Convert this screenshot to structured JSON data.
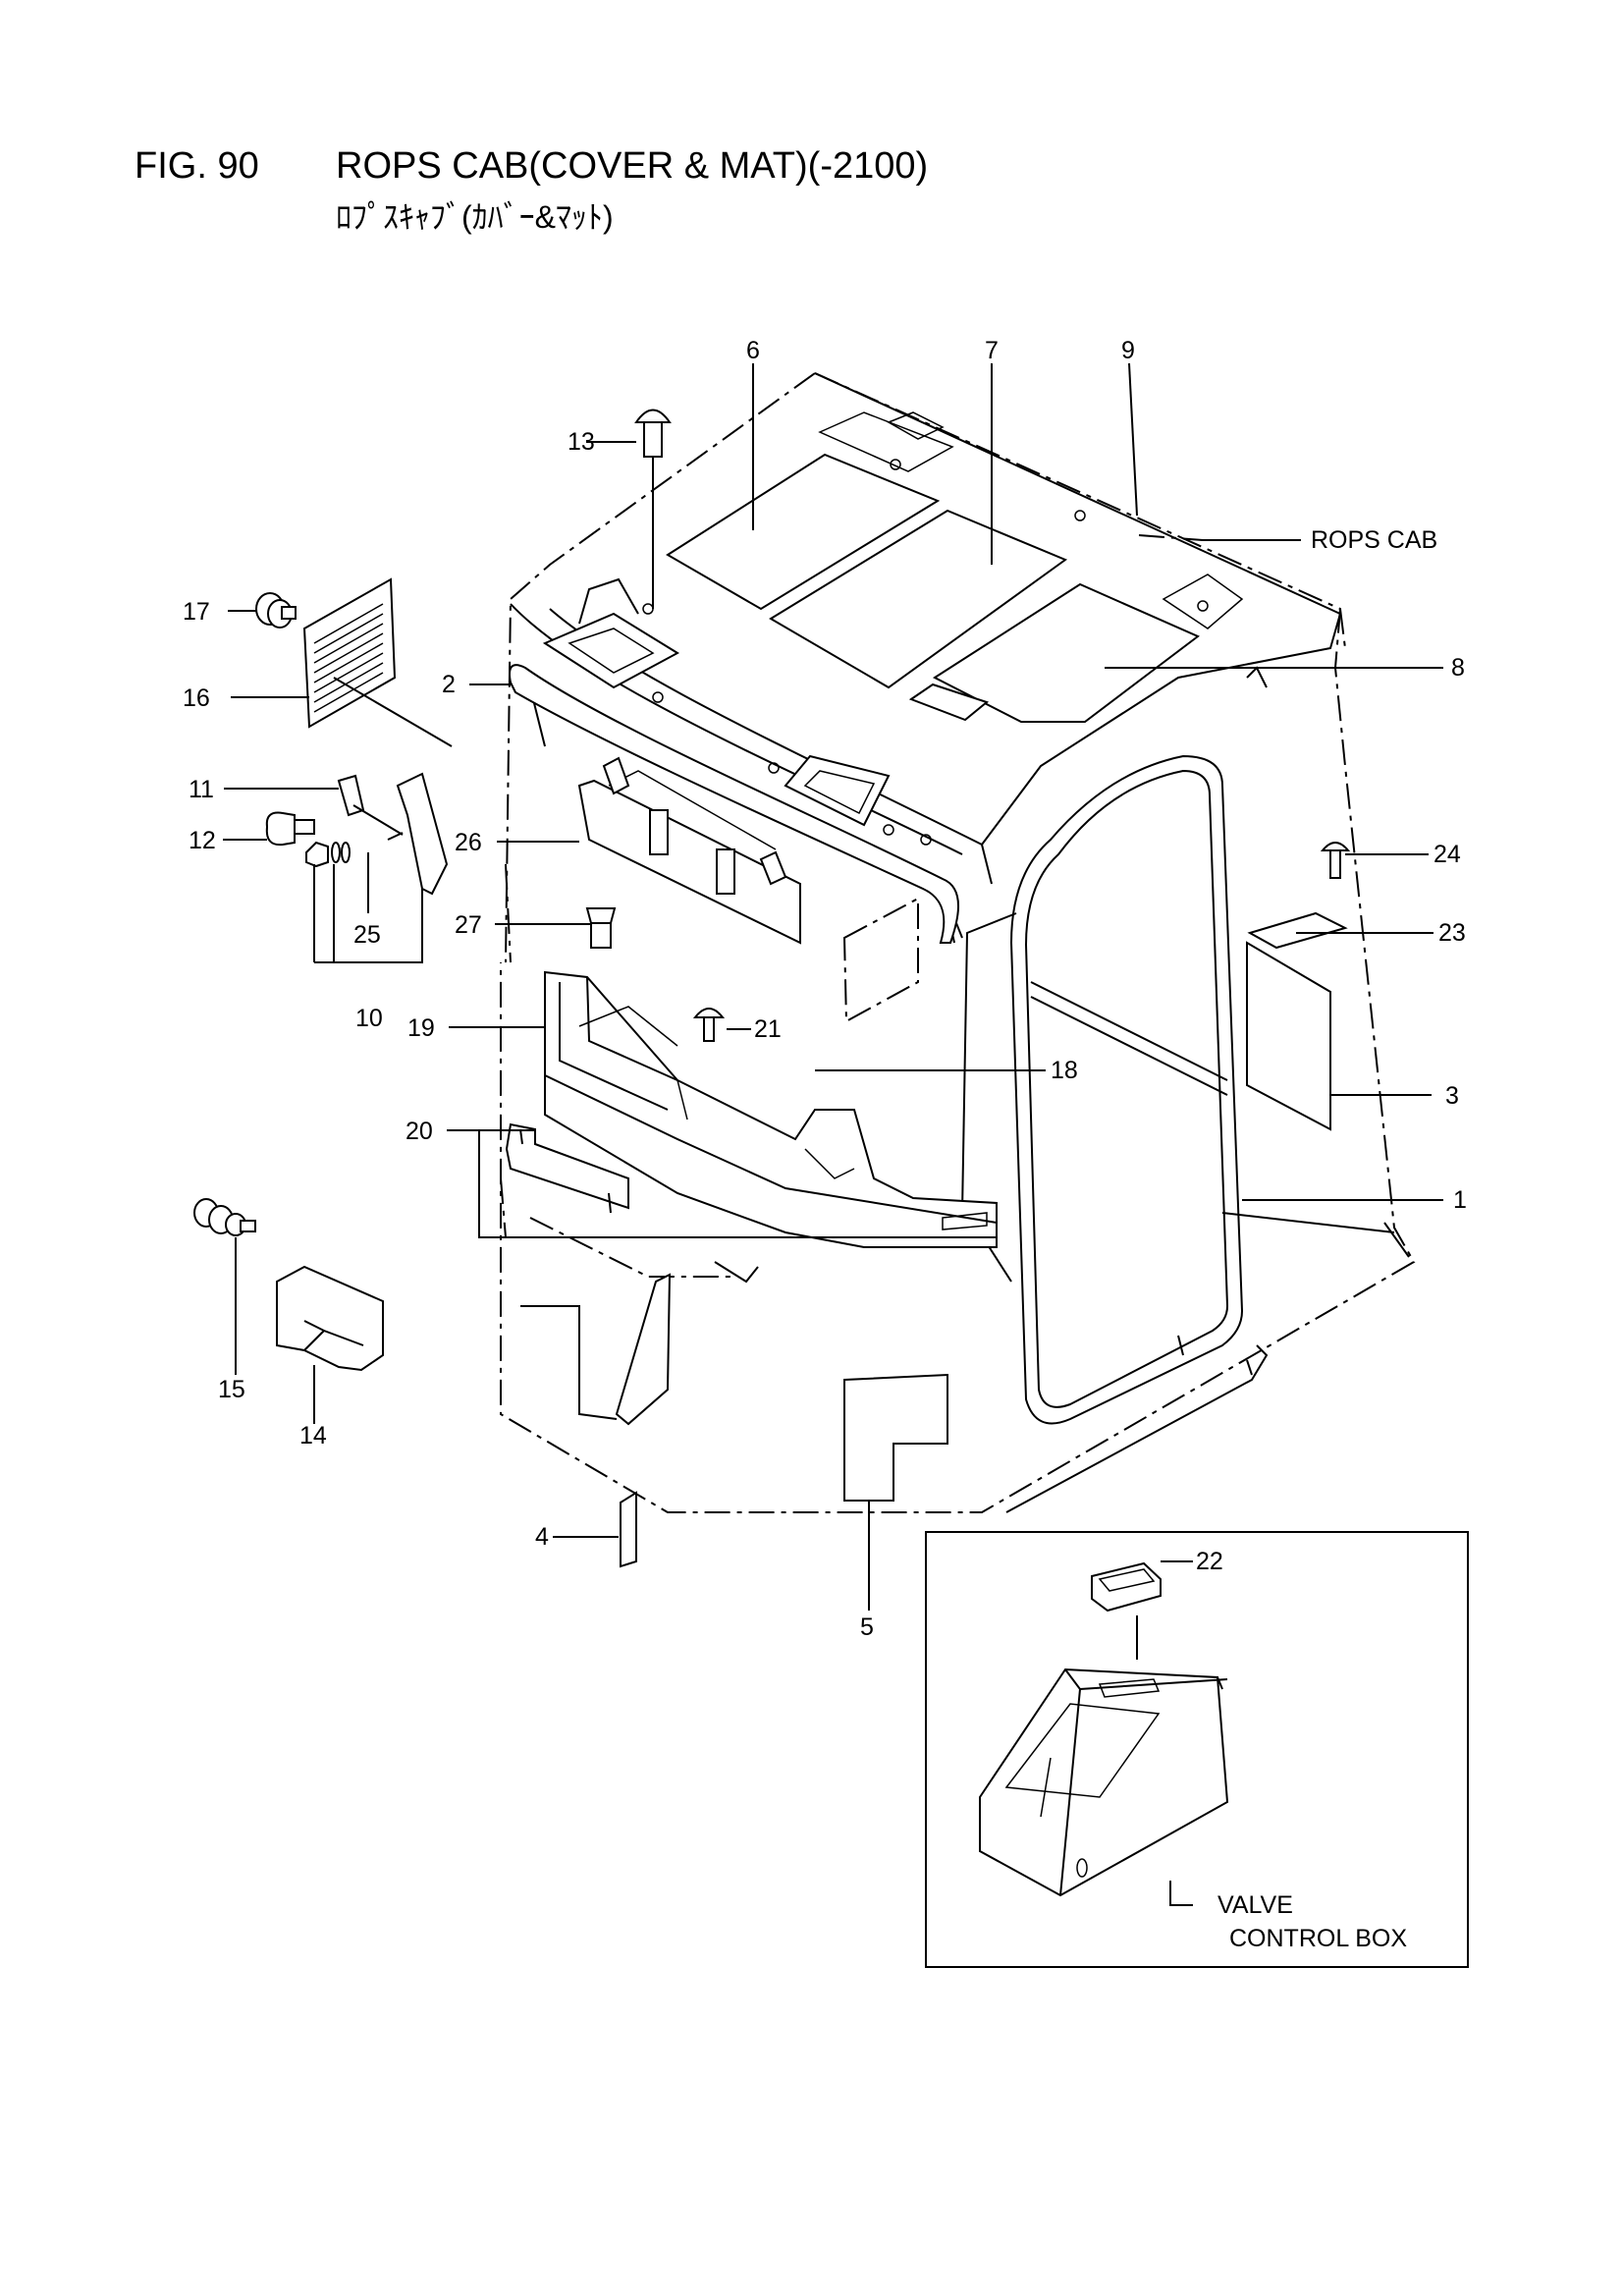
{
  "header": {
    "fig_number": "FIG. 90",
    "title": "ROPS CAB(COVER & MAT)(-2100)",
    "title_jp": "ﾛﾌﾟｽｷｬﾌﾞ(ｶﾊﾞｰ&ﾏｯﾄ)"
  },
  "callouts": {
    "p1": "1",
    "p2": "2",
    "p3": "3",
    "p4": "4",
    "p5": "5",
    "p6": "6",
    "p7": "7",
    "p8": "8",
    "p9": "9",
    "p10": "10",
    "p11": "11",
    "p12": "12",
    "p13": "13",
    "p14": "14",
    "p15": "15",
    "p16": "16",
    "p17": "17",
    "p18": "18",
    "p19": "19",
    "p20": "20",
    "p21": "21",
    "p22": "22",
    "p23": "23",
    "p24": "24",
    "p25": "25",
    "p26": "26",
    "p27": "27"
  },
  "labels": {
    "rops_cab": "ROPS CAB",
    "valve_line1": "VALVE",
    "valve_line2": "CONTROL BOX"
  }
}
